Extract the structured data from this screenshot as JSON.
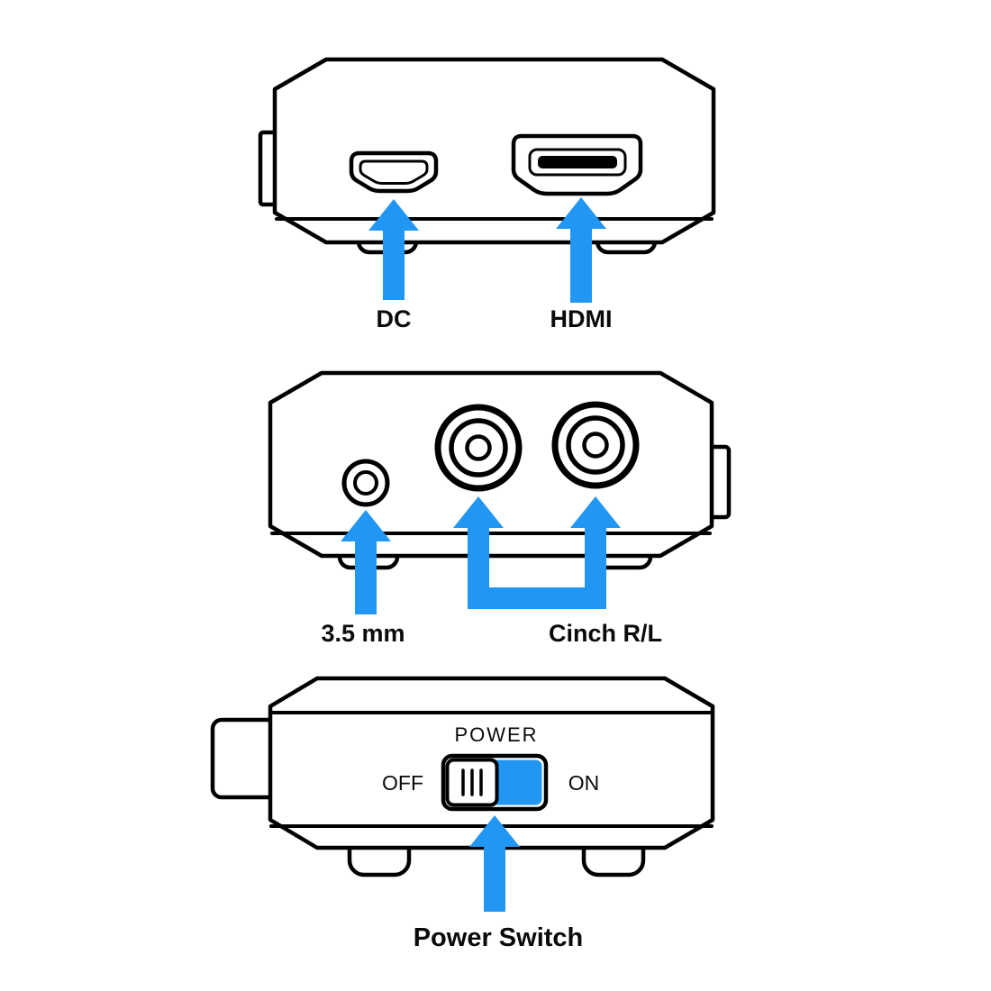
{
  "colors": {
    "accent": "#2196F3",
    "outline": "#000000",
    "background": "#FFFFFF"
  },
  "views": {
    "rear_panel": {
      "labels": {
        "dc": "DC",
        "hdmi": "HDMI"
      }
    },
    "front_panel": {
      "labels": {
        "jack": "3.5 mm",
        "cinch": "Cinch R/L"
      }
    },
    "side_panel": {
      "switch_title": "POWER",
      "off": "OFF",
      "on": "ON",
      "caption": "Power Switch"
    }
  }
}
